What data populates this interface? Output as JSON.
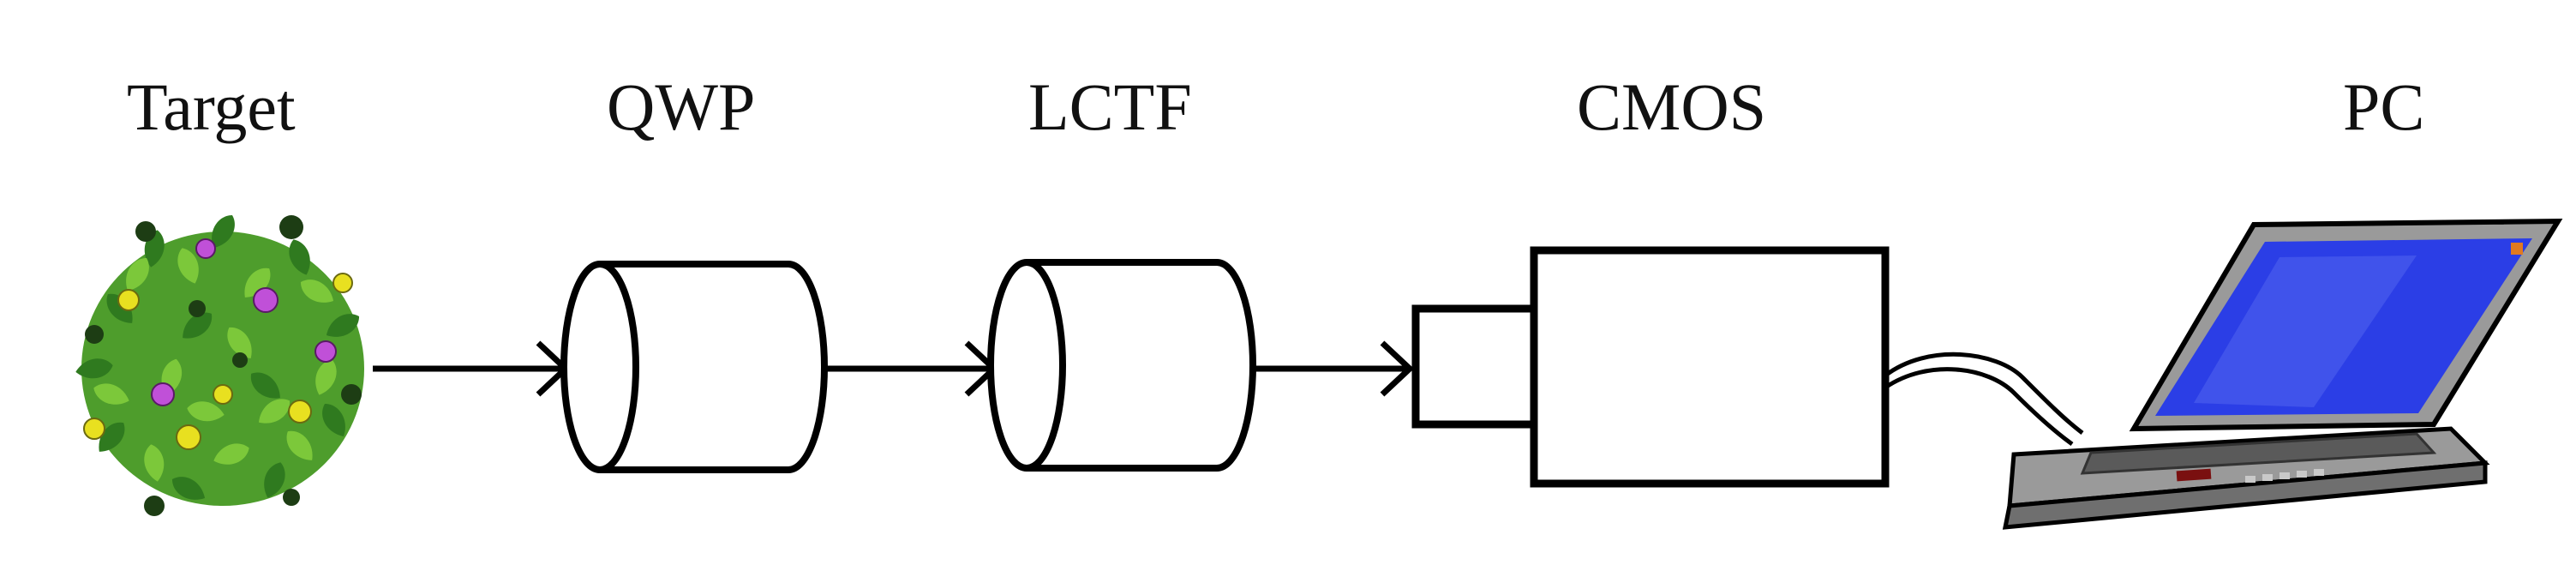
{
  "labels": {
    "target": "Target",
    "qwp": "QWP",
    "lctf": "LCTF",
    "cmos": "CMOS",
    "pc": "PC"
  },
  "icons": {
    "target": "foliage-plant-icon",
    "qwp": "cylinder-icon",
    "lctf": "cylinder-icon",
    "cmos": "camera-icon",
    "pc": "laptop-icon"
  },
  "colors": {
    "line": "#000000",
    "foliage_dark": "#2f7a1f",
    "foliage_light": "#7cc83a",
    "flower_purple": "#c050d8",
    "flower_yellow": "#e8e020",
    "screen": "#2b3ee6",
    "laptop_body": "#8a8a8a"
  }
}
